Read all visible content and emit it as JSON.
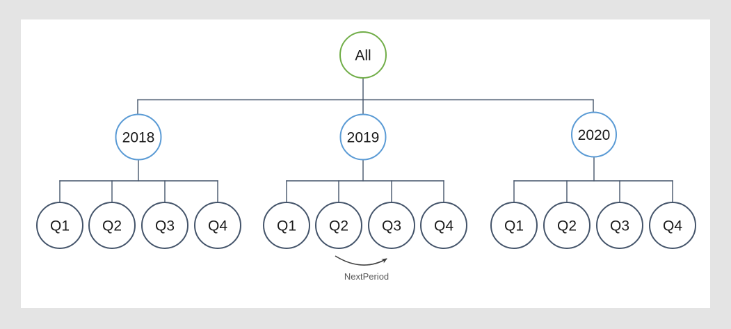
{
  "page": {
    "background": "#e4e4e4"
  },
  "panel": {
    "background": "#ffffff"
  },
  "colors": {
    "root_border": "#70ad47",
    "year_border": "#5b9bd5",
    "quarter_border": "#44546a",
    "connector": "#44546a",
    "arrow": "#404040",
    "label_text": "#1a1a1a",
    "annotation_text": "#595959"
  },
  "diagram": {
    "root": {
      "label": "All"
    },
    "years": [
      {
        "label": "2018",
        "quarters": [
          "Q1",
          "Q2",
          "Q3",
          "Q4"
        ]
      },
      {
        "label": "2019",
        "quarters": [
          "Q1",
          "Q2",
          "Q3",
          "Q4"
        ]
      },
      {
        "label": "2020",
        "quarters": [
          "Q1",
          "Q2",
          "Q3",
          "Q4"
        ]
      }
    ],
    "annotation": {
      "label": "NextPeriod",
      "from": "Q2",
      "to": "Q3"
    }
  }
}
